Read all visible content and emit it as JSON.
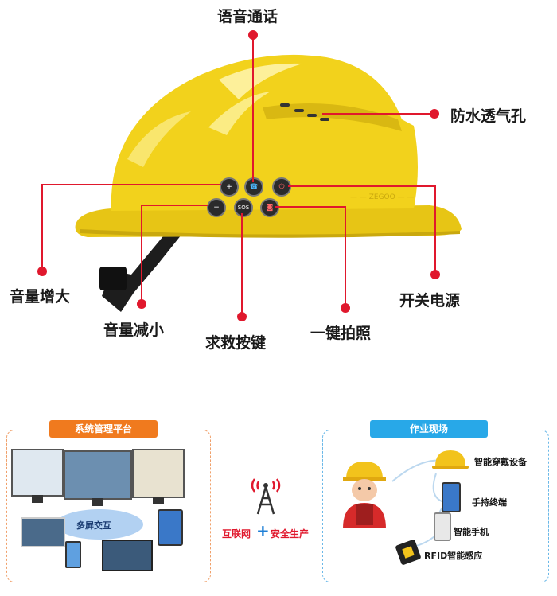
{
  "helmet": {
    "color": "#f2d21c",
    "brim_text": "ZEGOO"
  },
  "callouts": {
    "voice_call": "语音通话",
    "vent": "防水透气孔",
    "volume_up": "音量增大",
    "volume_down": "音量减小",
    "sos": "求救按键",
    "photo": "一键拍照",
    "power": "开关电源"
  },
  "buttons": {
    "plus": "+",
    "minus": "−",
    "sos": "SOS"
  },
  "platform": {
    "title": "系统管理平台",
    "title_color": "#f07a1e",
    "multi_screen": "多屏交互"
  },
  "center": {
    "internet": "互联网",
    "plus": "+",
    "safety": "安全生产"
  },
  "site": {
    "title": "作业现场",
    "title_color": "#28a8e8",
    "items": [
      {
        "label": "智能穿戴设备"
      },
      {
        "label": "手持终端"
      },
      {
        "label": "智能手机"
      },
      {
        "label": "RFID智能感应"
      }
    ]
  },
  "accent": "#e0182d"
}
